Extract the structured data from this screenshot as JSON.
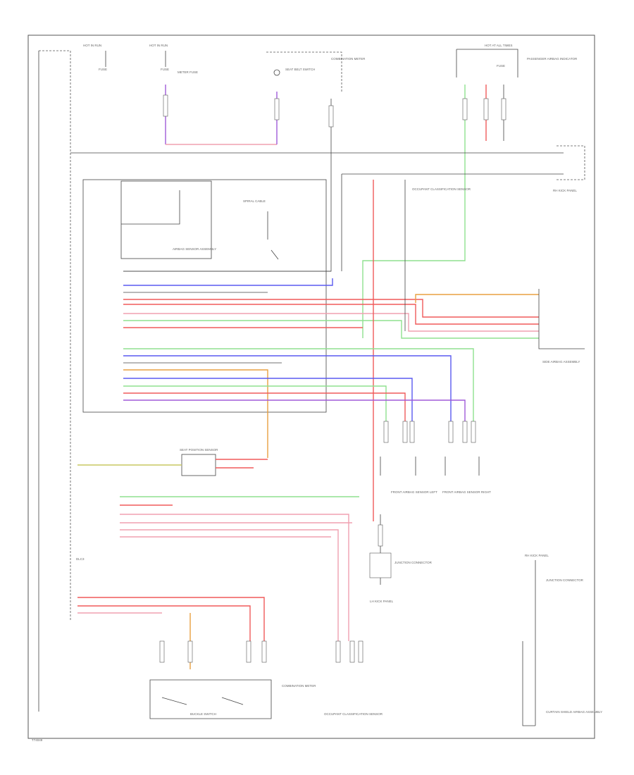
{
  "colors": {
    "wire_red": "#f05a5a",
    "wire_green": "#8fe08f",
    "wire_blue": "#5a5af0",
    "wire_violet": "#a05ad8",
    "wire_orange": "#e8a040",
    "wire_yellow": "#c8c860",
    "wire_pink": "#f0a0b0",
    "wire_black": "#444444",
    "frame": "#555555"
  },
  "labels": {
    "power_dist_top_left": "HOT IN RUN",
    "power_dist_top_mid": "HOT IN RUN",
    "power_dist_top_right": "HOT AT ALL TIMES",
    "fuse_left": "FUSE",
    "fuse_mid": "FUSE",
    "fuse_right": "FUSE",
    "meter_fuse": "METER FUSE",
    "seat_belt_switch": "SEAT BELT SWITCH",
    "combination_meter": "COMBINATION METER",
    "passenger_airbag_indicator": "PASSENGER AIRBAG INDICATOR",
    "airbag_sensor_assembly": "AIRBAG SENSOR ASSEMBLY",
    "front_airbag_sensor_left": "FRONT AIRBAG SENSOR LEFT",
    "front_airbag_sensor_right": "FRONT AIRBAG SENSOR RIGHT",
    "junction_connector_left": "JUNCTION CONNECTOR",
    "junction_connector_right": "JUNCTION CONNECTOR",
    "spiral_cable": "SPIRAL CABLE",
    "side_airbag_assembly": "SIDE AIRBAG ASSEMBLY",
    "curtain_shield_airbag": "CURTAIN SHIELD AIRBAG ASSEMBLY",
    "seat_position_sensor": "SEAT POSITION SENSOR",
    "occupant_classification": "OCCUPANT CLASSIFICATION SENSOR",
    "buckle_switch": "BUCKLE SWITCH",
    "dlc": "DLC3",
    "ground_left": "LH KICK PANEL",
    "ground_right": "RH KICK PANEL",
    "footer_code": "T74049"
  }
}
